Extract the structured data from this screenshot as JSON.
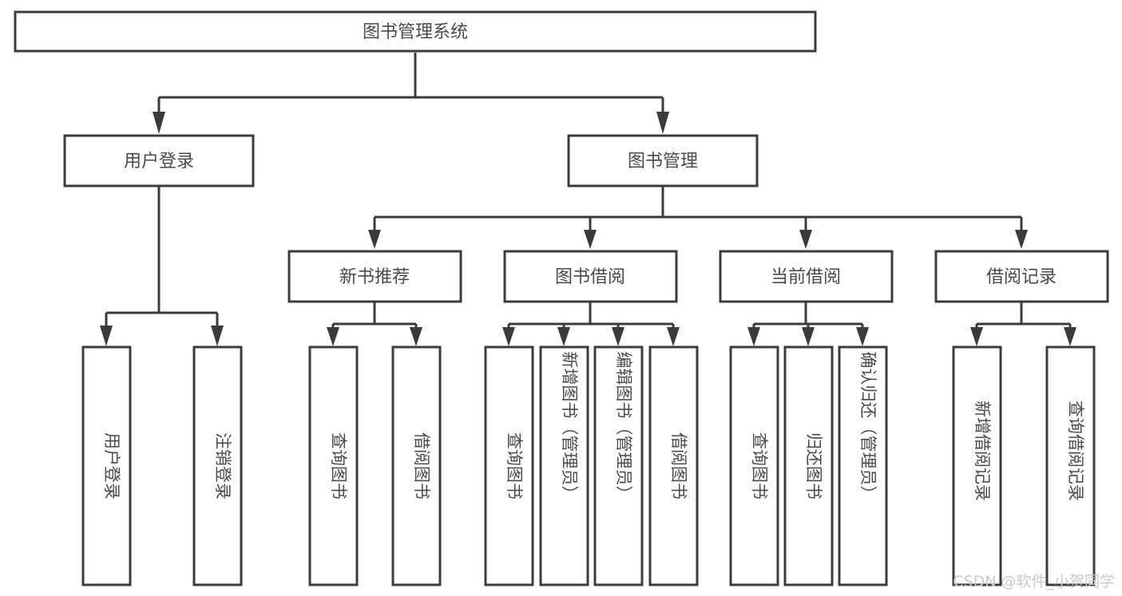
{
  "diagram": {
    "title": "图书管理系统",
    "type": "tree-hierarchy",
    "root": {
      "id": "root",
      "label": "图书管理系统"
    },
    "level1": [
      {
        "id": "user-login",
        "label": "用户登录"
      },
      {
        "id": "book-manage",
        "label": "图书管理"
      }
    ],
    "level2": [
      {
        "id": "new-book-rec",
        "label": "新书推荐",
        "parent": "book-manage"
      },
      {
        "id": "book-borrow",
        "label": "图书借阅",
        "parent": "book-manage"
      },
      {
        "id": "current-borrow",
        "label": "当前借阅",
        "parent": "book-manage"
      },
      {
        "id": "borrow-record",
        "label": "借阅记录",
        "parent": "book-manage"
      }
    ],
    "leaves": {
      "user-login": [
        {
          "id": "leaf-user-login",
          "label": "用户登录"
        },
        {
          "id": "leaf-user-logout",
          "label": "注销登录"
        }
      ],
      "new-book-rec": [
        {
          "id": "leaf-query-book-1",
          "label": "查询图书"
        },
        {
          "id": "leaf-borrow-book-1",
          "label": "借阅图书"
        }
      ],
      "book-borrow": [
        {
          "id": "leaf-query-book-2",
          "label": "查询图书"
        },
        {
          "id": "leaf-add-book",
          "label": "新增图书（管理员）"
        },
        {
          "id": "leaf-edit-book",
          "label": "编辑图书（管理员）"
        },
        {
          "id": "leaf-borrow-book-2",
          "label": "借阅图书"
        }
      ],
      "current-borrow": [
        {
          "id": "leaf-query-book-3",
          "label": "查询图书"
        },
        {
          "id": "leaf-return-book",
          "label": "归还图书"
        },
        {
          "id": "leaf-confirm-return",
          "label": "确认归还（管理员）"
        }
      ],
      "borrow-record": [
        {
          "id": "leaf-add-record",
          "label": "新增借阅记录"
        },
        {
          "id": "leaf-query-record",
          "label": "查询借阅记录"
        }
      ]
    },
    "colors": {
      "stroke": "#3b3b3b",
      "fill": "#ffffff",
      "text": "#4a4a4a",
      "watermark": "#c9c9c9",
      "background": "#ffffff"
    }
  },
  "watermark": {
    "text": "CSDN @软件_小贺同学"
  }
}
